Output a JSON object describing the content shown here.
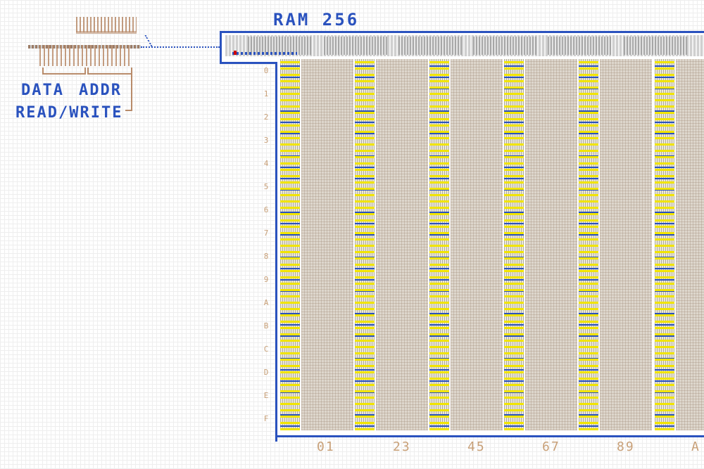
{
  "title": "RAM 256",
  "labels": {
    "data": "DATA",
    "addr": "ADDR",
    "read_write": "READ/WRITE"
  },
  "row_labels": [
    "0",
    "1",
    "2",
    "3",
    "4",
    "5",
    "6",
    "7",
    "8",
    "9",
    "A",
    "B",
    "C",
    "D",
    "E",
    "F"
  ],
  "column_labels": [
    "01",
    "23",
    "45",
    "67",
    "89",
    "A"
  ],
  "colors": {
    "frame": "#2a52be",
    "cell_fill": "#ddd6cc",
    "signal_active": "#f1e400",
    "signal_bus": "#2a52be",
    "wire": "#b88b6a",
    "label_muted": "#c8a078",
    "error_dot": "#cc0000"
  }
}
